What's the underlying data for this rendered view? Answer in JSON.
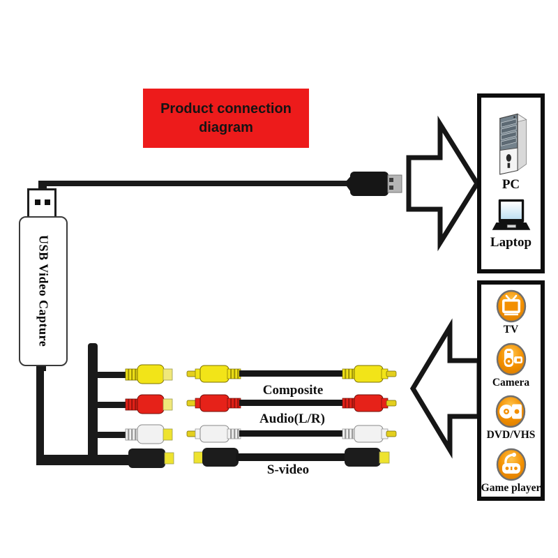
{
  "title": {
    "line1": "Product connection",
    "line2": "diagram"
  },
  "device": {
    "label": "USB Video Capture"
  },
  "cable_labels": {
    "composite": "Composite",
    "audio": "Audio(L/R)",
    "svideo": "S-video"
  },
  "pc_box": {
    "items": [
      {
        "icon": "pc-tower-icon",
        "label": "PC"
      },
      {
        "icon": "laptop-icon",
        "label": "Laptop"
      }
    ]
  },
  "devices_box": {
    "items": [
      {
        "icon": "tv-icon",
        "label": "TV"
      },
      {
        "icon": "camera-icon",
        "label": "Camera"
      },
      {
        "icon": "dvd-icon",
        "label": "DVD/VHS"
      },
      {
        "icon": "gamepad-icon",
        "label": "Game player"
      }
    ]
  },
  "colors": {
    "red_banner": "#ed1b1b",
    "orange_icon": "#f39000",
    "rca_yellow": "#f2e418",
    "rca_red": "#e62219",
    "rca_white": "#f2f2f2",
    "cable_black": "#1a1a1a",
    "pin_yellow": "#e3cf1e",
    "tip_yellow": "#f0e84d",
    "box_border": "#0d0d0d"
  }
}
